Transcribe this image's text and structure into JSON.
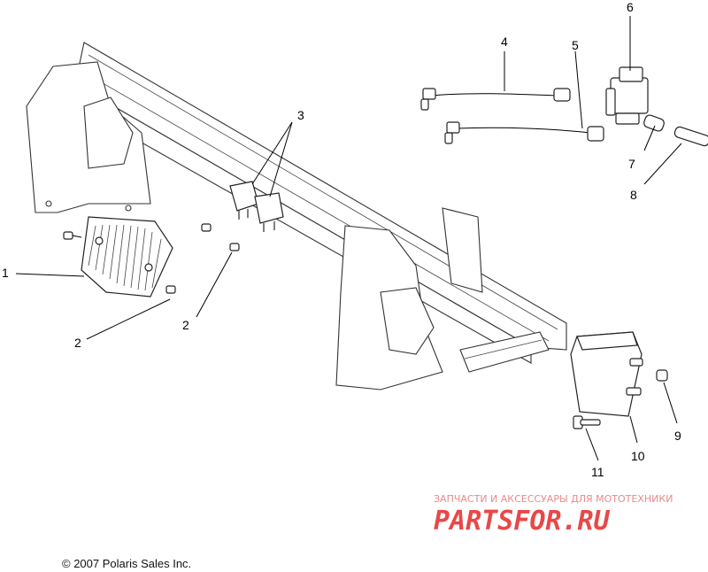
{
  "callouts": {
    "c1": "1",
    "c2a": "2",
    "c2b": "2",
    "c3": "3",
    "c4": "4",
    "c5": "5",
    "c6": "6",
    "c7": "7",
    "c8": "8",
    "c9": "9",
    "c10": "10",
    "c11": "11"
  },
  "watermark": {
    "subtitle": "ЗАПЧАСТИ И АКСЕССУАРЫ ДЛЯ МОТОТЕХНИКИ",
    "logo": "PARTSFOR.RU"
  },
  "copyright": "© 2007 Polaris Sales Inc.",
  "colors": {
    "watermark_subtitle": "#e88a8a",
    "watermark_logo": "#e84848"
  }
}
